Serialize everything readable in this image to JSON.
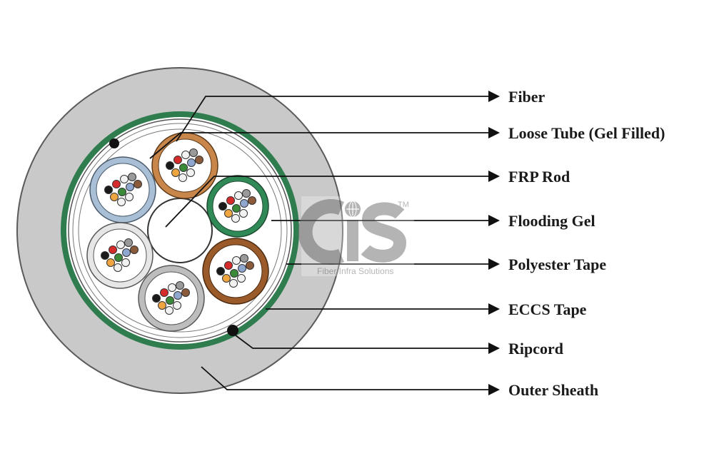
{
  "diagram": {
    "labels": {
      "fiber": "Fiber",
      "loose_tube": "Loose Tube (Gel Filled)",
      "frp_rod": "FRP Rod",
      "flooding_gel": "Flooding Gel",
      "polyester_tape": "Polyester Tape",
      "eccs_tape": "ECCS Tape",
      "ripcord": "Ripcord",
      "outer_sheath": "Outer Sheath"
    },
    "fiber_colors": [
      "#1a1a1a",
      "#d62b2b",
      "#f2f2f2",
      "#f0a640",
      "#3a8a3a",
      "#8fa6cf",
      "#8a5a3a",
      "#9a9a9a"
    ],
    "tube_colors": {
      "blue": "#a9bfd6",
      "orange": "#c8864a",
      "green": "#2f8a58",
      "brown": "#9a5a2a",
      "gray": "#bdbdbd",
      "white": "#e6e6e6"
    },
    "sheath_color": "#c9c9c9",
    "eccs_color": "#2f7d4e"
  },
  "watermark": {
    "logo_text": "CIS",
    "trademark": "TM",
    "tagline": "Fiber Infra Solutions",
    "icon": "globe-icon"
  }
}
